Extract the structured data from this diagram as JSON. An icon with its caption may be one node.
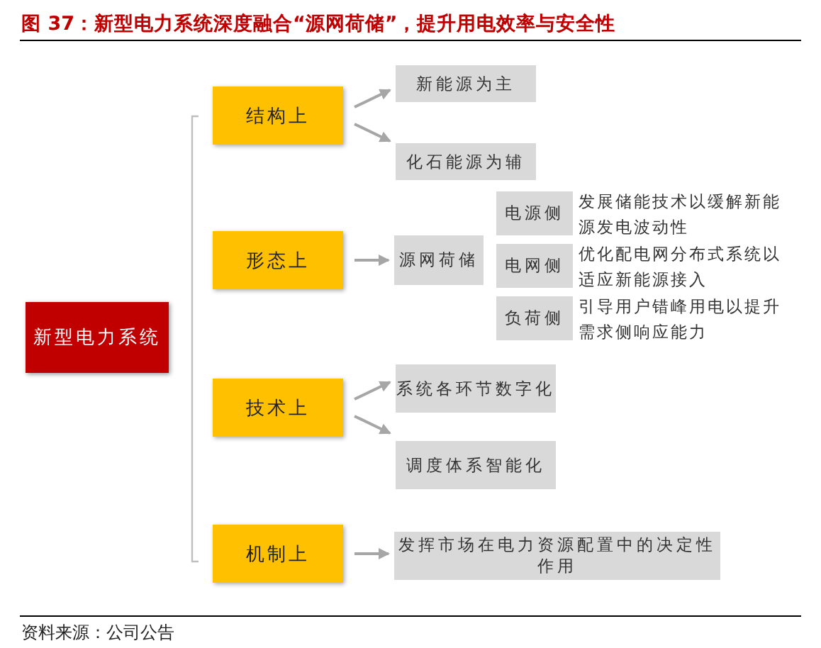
{
  "diagram": {
    "title": "图 37：新型电力系统深度融合“源网荷储”，提升用电效率与安全性",
    "nodes": [
      {
        "text": [
          "新型电力系统"
        ]
      },
      {
        "text": [
          "结构上"
        ]
      },
      {
        "text": [
          "新能源为主"
        ]
      },
      {
        "text": [
          "化石能源为辅"
        ]
      },
      {
        "text": [
          "形态上"
        ]
      },
      {
        "text": [
          "源网荷储"
        ]
      },
      {
        "text": [
          "电源侧"
        ],
        "beside": [
          "发展储能技术以缓解新能源发电波动性"
        ]
      },
      {
        "text": [
          "电网侧"
        ],
        "beside": [
          "优化配电网分布式系统以适应新能源接入"
        ]
      },
      {
        "text": [
          "负荷侧"
        ],
        "beside": [
          "引导用户错峰用电以提升需求侧响应能力"
        ]
      },
      {
        "text": [
          "技术上"
        ]
      },
      {
        "text": [
          "系统各环节数字化"
        ]
      },
      {
        "text": [
          "调度体系智能化"
        ]
      },
      {
        "text": [
          "机制上"
        ]
      },
      {
        "text": [
          "发挥市场在电力资源配置中的决定性作用"
        ]
      }
    ],
    "edges": [
      {
        "from": 1,
        "to": 2,
        "arrow": "to"
      },
      {
        "from": 1,
        "to": 3,
        "arrow": "to"
      },
      {
        "from": 4,
        "to": 5,
        "arrow": "to"
      },
      {
        "from": 9,
        "to": 10,
        "arrow": "to"
      },
      {
        "from": 9,
        "to": 11,
        "arrow": "to"
      },
      {
        "from": 12,
        "to": 13,
        "arrow": "to"
      }
    ],
    "labels": [
      "资料来源：公司公告"
    ]
  }
}
